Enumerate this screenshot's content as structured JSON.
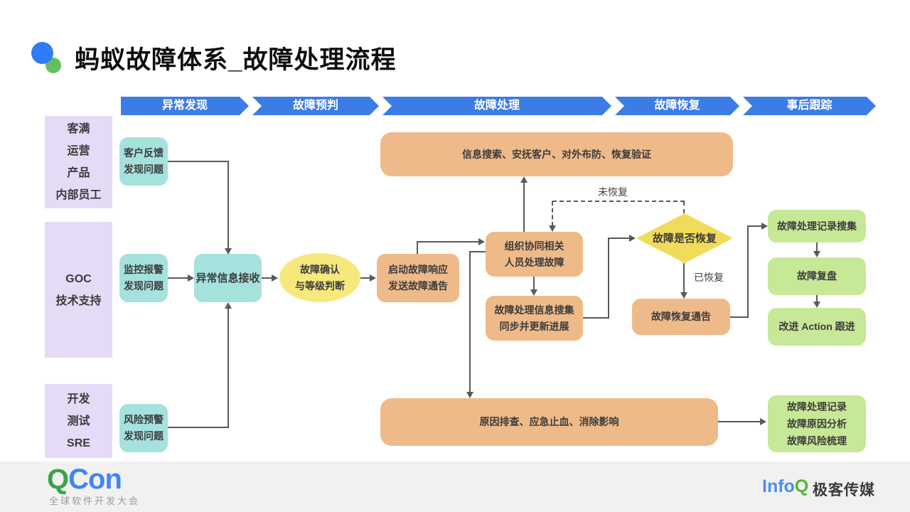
{
  "slide": {
    "title": "蚂蚁故障体系_故障处理流程"
  },
  "stages": [
    {
      "label": "异常发现"
    },
    {
      "label": "故障预判"
    },
    {
      "label": "故障处理"
    },
    {
      "label": "故障恢复"
    },
    {
      "label": "事后跟踪"
    }
  ],
  "roles": [
    {
      "lines": [
        "客满",
        "运营",
        "产品",
        "内部员工"
      ]
    },
    {
      "lines": [
        "GOC",
        "技术支持"
      ]
    },
    {
      "lines": [
        "开发",
        "测试",
        "SRE"
      ]
    }
  ],
  "nodes": {
    "customer_feedback": {
      "lines": [
        "客户反馈",
        "发现问题"
      ]
    },
    "monitor_alarm": {
      "lines": [
        "监控报警",
        "发现问题"
      ]
    },
    "risk_warning": {
      "lines": [
        "风险预警",
        "发现问题"
      ]
    },
    "abnormal_receive": {
      "label": "异常信息接收"
    },
    "fault_confirm": {
      "lines": [
        "故障确认",
        "与等级判断"
      ]
    },
    "start_response": {
      "lines": [
        "启动故障响应",
        "发送故障通告"
      ]
    },
    "info_banner": {
      "label": "信息搜索、安抚客户、对外布防、恢复验证"
    },
    "organize": {
      "lines": [
        "组织协同相关",
        "人员处理故障"
      ]
    },
    "collect_progress": {
      "lines": [
        "故障处理信息搜集",
        "同步并更新进展"
      ]
    },
    "recover_decision": {
      "label": "故障是否恢复"
    },
    "recover_notice": {
      "label": "故障恢复通告"
    },
    "root_cause_banner": {
      "label": "原因排查、应急止血、消除影响"
    },
    "record_collect": {
      "label": "故障处理记录搜集"
    },
    "review": {
      "label": "故障复盘"
    },
    "action_follow": {
      "label": "改进 Action 跟进"
    },
    "summary": {
      "lines": [
        "故障处理记录",
        "故障原因分析",
        "故障风险梳理"
      ]
    }
  },
  "edge_labels": {
    "not_recovered": "未恢复",
    "recovered": "已恢复"
  },
  "footer": {
    "qcon_q": "Q",
    "qcon_rest": "Con",
    "qcon_sub": "全球软件开发大会",
    "infoq_info": "Info",
    "infoq_q": "Q",
    "infoq_sub": "极客传媒"
  },
  "colors": {
    "stage_blue": "#3c7ce6",
    "lane_purple": "#e5dbf7",
    "teal": "#a5e2dd",
    "ellipse_yellow": "#f6e87c",
    "diamond_yellow": "#f1db5a",
    "orange": "#efba89",
    "green": "#c7e897",
    "arrow_gray": "#595959"
  }
}
